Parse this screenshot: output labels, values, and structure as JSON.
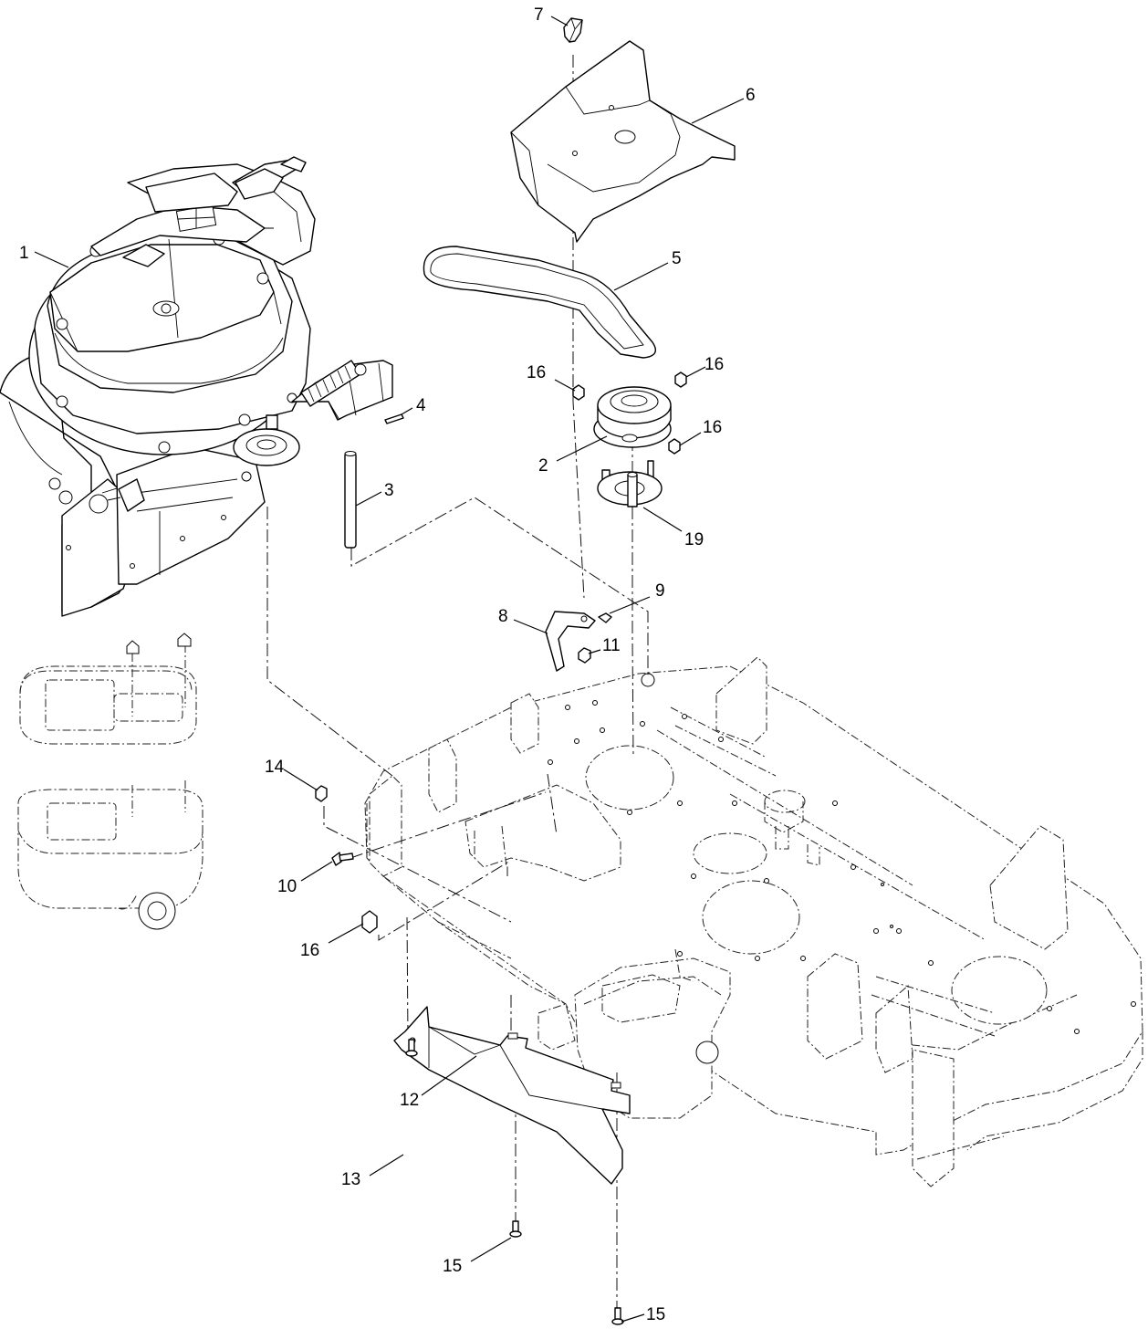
{
  "callouts": [
    {
      "label": "1"
    },
    {
      "label": "2"
    },
    {
      "label": "3"
    },
    {
      "label": "4"
    },
    {
      "label": "5"
    },
    {
      "label": "6"
    },
    {
      "label": "7"
    },
    {
      "label": "8"
    },
    {
      "label": "9"
    },
    {
      "label": "10"
    },
    {
      "label": "11"
    },
    {
      "label": "12"
    },
    {
      "label": "13"
    },
    {
      "label": "14"
    },
    {
      "label": "15"
    },
    {
      "label": "15"
    },
    {
      "label": "16"
    },
    {
      "label": "16"
    },
    {
      "label": "16"
    },
    {
      "label": "16"
    },
    {
      "label": "19"
    }
  ]
}
